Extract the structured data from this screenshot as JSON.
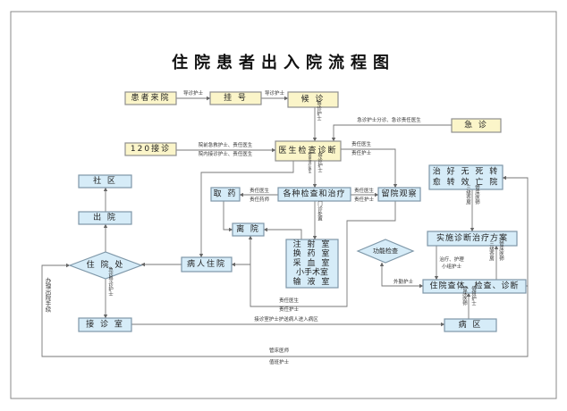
{
  "title": "住院患者出入院流程图",
  "colors": {
    "start_box": "#fbf5c9",
    "process_box": "#d6ecf8",
    "line": "#777777"
  },
  "nodes": {
    "patient_arrival": "患者来院",
    "registration": "挂 号",
    "waiting": "候 诊",
    "reception_120": "120接诊",
    "doctor_exam": "医生检查诊断",
    "emergency": "急 诊",
    "outcome_row1": "治 好 无 死 转",
    "outcome_row2": "愈 转 效 亡 院",
    "exam_treatment": "各种检查和治疗",
    "pharmacy": "取 药",
    "observation": "留院观察",
    "leave_hospital": "离 院",
    "rooms": [
      "注 射 室",
      "换 药 室",
      "采 血 室",
      "小手术室",
      "输 液 室"
    ],
    "admission": "病人住院",
    "admission_office": "住 院 处",
    "discharge": "出 院",
    "community": "社 区",
    "reception_room": "接 诊 室",
    "ward": "病 区",
    "treatment_plan": "实施诊断治疗方案",
    "inpatient_exam": "住院查体、检查、诊断",
    "function_test": "功能检查"
  },
  "labels": {
    "guide_nurse_1": "导诊护士",
    "guide_nurse_2": "导诊护士",
    "guide_nurse_3": "导诊护士",
    "guide_nurse_4": "导诊护士",
    "prehospital": "院前急救护士、责任医生",
    "inhospital": "院内接诊护士、责任医生",
    "emergency_triage": "急诊护士分诊、急诊责任医生",
    "resp_doctor_a": "责任医生",
    "resp_nurse_a": "责任护士",
    "exam_doctor": "检查治疗医生",
    "resp_doctor_b": "责任医生",
    "resp_pharmacist": "责任药师",
    "resp_doctor_c": "责任医生",
    "resp_nurse_c": "责任护士",
    "outpatient_disposal": "门诊处置",
    "resp_doctor_d": "责任医生",
    "resp_nurse_d": "责任护士",
    "bed_doctor_1": "管床医师",
    "ward_round_1": "三级查房",
    "treatment_nursing": "治疗、护理",
    "group_nurse": "小组护士",
    "ward_round_2": "三级查房",
    "bed_doctor_2": "管床医师",
    "field_nurse": "外勤护士",
    "bed_doctor_3": "管床医师",
    "duty_nurse_1": "值班护士",
    "emergency_guide_nurse": "急诊导诊护士",
    "escort": "接诊室护士护送病人进入病区",
    "discharge_procedure": "办理出院手续",
    "bed_doctor_4": "管床医师",
    "duty_nurse_2": "值班护士"
  }
}
